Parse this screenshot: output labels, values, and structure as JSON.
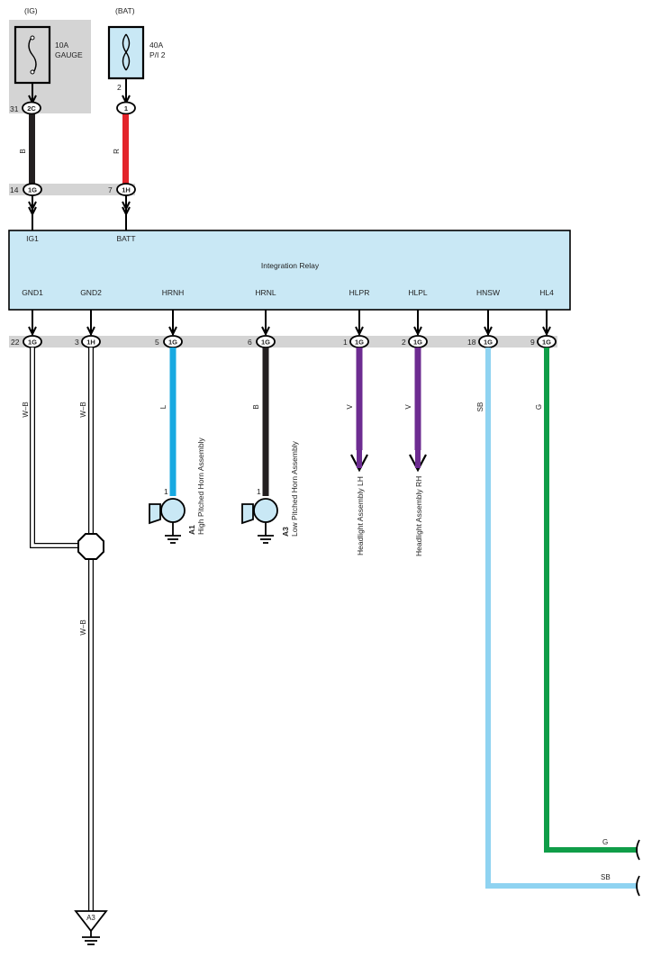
{
  "sources": {
    "ig": {
      "bus": "(IG)",
      "fuse_amp": "10A",
      "fuse_name": "GAUGE",
      "pin_num": "31",
      "pin_conn": "2C"
    },
    "bat": {
      "bus": "(BAT)",
      "fuse_amp": "40A",
      "fuse_name": "P/I 2",
      "pin_top": "2",
      "pin_conn": "1"
    }
  },
  "upper_wires": [
    {
      "color_code": "B",
      "color": "#231f20"
    },
    {
      "color_code": "R",
      "color": "#e3242b"
    }
  ],
  "upper_connectors": [
    {
      "num": "14",
      "conn": "1G"
    },
    {
      "num": "7",
      "conn": "1H"
    }
  ],
  "relay": {
    "title": "Integration Relay",
    "top_pins": [
      "IG1",
      "BATT"
    ],
    "bottom_pins": [
      "GND1",
      "GND2",
      "HRNH",
      "HRNL",
      "HLPR",
      "HLPL",
      "HNSW",
      "HL4"
    ]
  },
  "lower_connectors": [
    {
      "num": "22",
      "conn": "1G"
    },
    {
      "num": "3",
      "conn": "1H"
    },
    {
      "num": "5",
      "conn": "1G"
    },
    {
      "num": "6",
      "conn": "1G"
    },
    {
      "num": "1",
      "conn": "1G"
    },
    {
      "num": "2",
      "conn": "1G"
    },
    {
      "num": "18",
      "conn": "1G"
    },
    {
      "num": "9",
      "conn": "1G"
    }
  ],
  "lower_wires": [
    {
      "color_code": "W–B",
      "color": "#ffffff"
    },
    {
      "color_code": "W–B",
      "color": "#ffffff"
    },
    {
      "color_code": "L",
      "color": "#18a9e1"
    },
    {
      "color_code": "B",
      "color": "#231f20"
    },
    {
      "color_code": "V",
      "color": "#6d2c91"
    },
    {
      "color_code": "V",
      "color": "#6d2c91"
    },
    {
      "color_code": "SB",
      "color": "#8fd3f1"
    },
    {
      "color_code": "G",
      "color": "#0f9d48"
    }
  ],
  "components": {
    "horn_high": {
      "pin": "1",
      "id": "A1",
      "name": "High Pitched Horn Assembly"
    },
    "horn_low": {
      "pin": "1",
      "id": "A3",
      "name": "Low Pitched Horn Assembly"
    },
    "headlight_lh": {
      "name": "Headlight Assembly LH"
    },
    "headlight_rh": {
      "name": "Headlight Assembly RH"
    }
  },
  "ground_wire_label": "W–B",
  "ground_point": "A3",
  "right_exits": [
    {
      "label": "G"
    },
    {
      "label": "SB"
    }
  ]
}
